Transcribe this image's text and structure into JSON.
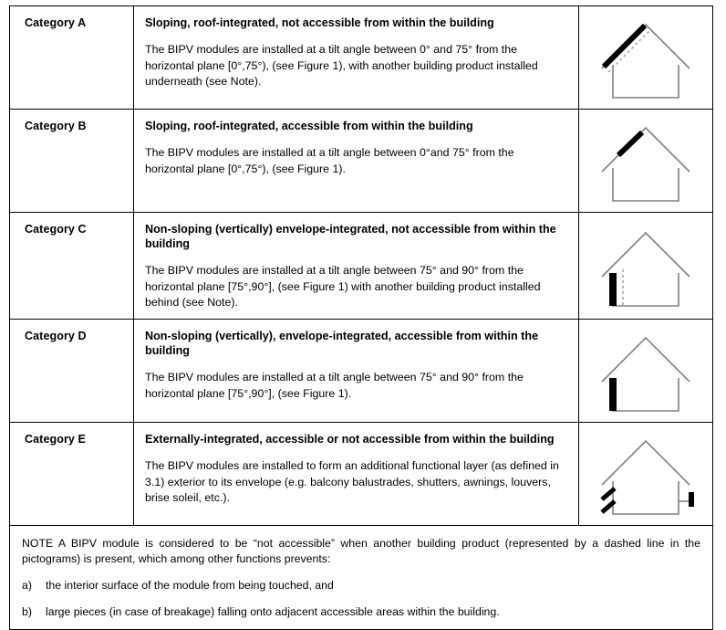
{
  "document": {
    "title": "BIPV module categories table",
    "colors": {
      "border": "#000000",
      "module": "#000000",
      "outline": "#808080",
      "dashed": "#9a9a9a",
      "background": "#ffffff"
    }
  },
  "table": {
    "rows": [
      {
        "category": "Category A",
        "title": "Sloping, roof-integrated, not accessible from within the building",
        "body": "The BIPV modules are installed at a tilt angle between 0° and 75° from the horizontal plane [0°,75°), (see Figure 1), with another building product installed underneath (see Note).",
        "pictogram": "house-sloping-roof-module-dashed"
      },
      {
        "category": "Category B",
        "title": "Sloping, roof-integrated, accessible from within the building",
        "body": "The BIPV modules are installed at a tilt angle between 0°and 75° from the horizontal plane   [0°,75°), (see Figure 1).",
        "pictogram": "house-sloping-roof-module"
      },
      {
        "category": "Category C",
        "title": "Non-sloping (vertically) envelope-integrated, not accessible from within the building",
        "body": "The BIPV modules are installed at a tilt angle between 75° and 90° from the horizontal plane [75°,90°], (see Figure 1) with another building product installed behind (see Note).",
        "pictogram": "house-vertical-wall-module-dashed"
      },
      {
        "category": "Category D",
        "title": "Non-sloping (vertically), envelope-integrated, accessible from within the building",
        "body": "The BIPV modules are installed at a tilt angle between 75° and 90° from the horizontal plane [75°,90°], (see Figure 1).",
        "pictogram": "house-vertical-wall-module"
      },
      {
        "category": "Category E",
        "title": "Externally-integrated, accessible or not accessible from within the building",
        "body": "The BIPV modules are installed to form an additional functional layer (as defined in 3.1) exterior to its envelope (e.g. balcony balustrades, shutters, awnings, louvers, brise soleil, etc.).",
        "pictogram": "house-external-louvers-module"
      }
    ]
  },
  "note": {
    "paragraph": "NOTE   A BIPV module is considered to be “not accessible” when another building product (represented by a dashed line in the pictograms) is present, which among other functions prevents:",
    "items": [
      {
        "marker": "a)",
        "text": "the interior surface of the module from being touched, and"
      },
      {
        "marker": "b)",
        "text": "large pieces (in case of breakage) falling onto adjacent accessible areas within the building."
      }
    ]
  }
}
